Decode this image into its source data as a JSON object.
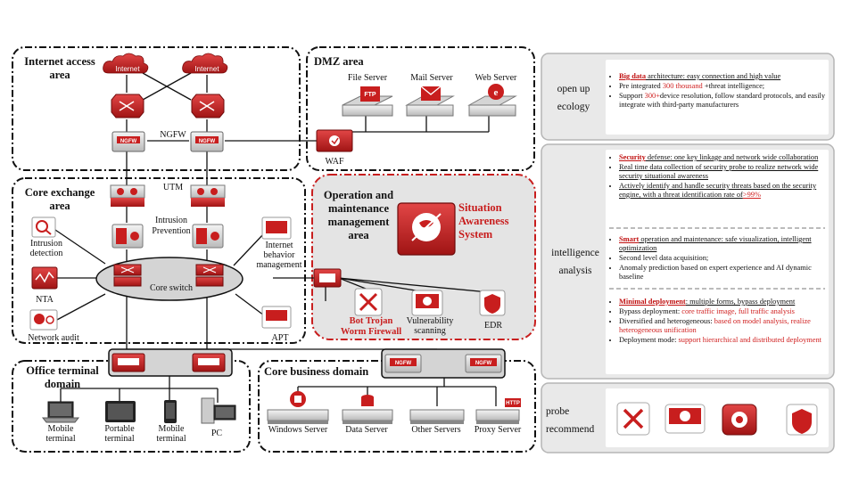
{
  "zones": {
    "internet_access": "Internet access area",
    "dmz": "DMZ area",
    "core_exchange": "Core exchange area",
    "ops": "Operation and maintenance management area",
    "office": "Office terminal domain",
    "core_business": "Core business domain"
  },
  "nodes": {
    "internet_1": "Internet",
    "internet_2": "Internet",
    "ngfw": "NGFW",
    "file_server": "File Server",
    "mail_server": "Mail Server",
    "web_server": "Web Server",
    "waf": "WAF",
    "utm": "UTM",
    "intrusion_prevention": "Intrusion Prevention",
    "intrusion_detection": "Intrusion detection",
    "nta": "NTA",
    "network_audit": "Network audit",
    "core_switch": "Core switch",
    "internet_behavior": "Internet behavior management",
    "apt": "APT",
    "situation_awareness": "Situation Awareness System",
    "bot_trojan": "Bot Trojan Worm Firewall",
    "vuln_scan": "Vulnerability scanning",
    "edr": "EDR",
    "mobile_terminal_1": "Mobile terminal",
    "portable_terminal": "Portable terminal",
    "mobile_terminal_2": "Mobile terminal",
    "pc": "PC",
    "windows_server": "Windows Server",
    "data_server": "Data Server",
    "other_servers": "Other Servers",
    "proxy_server": "Proxy Server"
  },
  "icon_text": {
    "ngfw_badge": "NGFW",
    "ftp": "FTP",
    "http": "HTTP"
  },
  "panel": {
    "open_up": {
      "title": "open up ecology",
      "b1_hl": "Big data",
      "b1_rest": " architecture: easy connection and high value",
      "b2_a": "Pre integrated ",
      "b2_hl": "300 thousand",
      "b2_b": " +threat intelligence;",
      "b3_a": "Support ",
      "b3_hl": "300+",
      "b3_b": "device resolution, follow standard protocols, and easily integrate with third-party manufacturers"
    },
    "intelligence": {
      "title": "intelligence analysis",
      "s1_hl": "Security",
      "s1_rest": " defense: one key linkage and network wide collaboration",
      "s2": "Real time data collection of security probe to realize network wide security situational awareness",
      "s3_a": "Actively identify and handle security threats based on the security engine, with a threat identification rate of",
      "s3_hl": ">99%",
      "m1_hl": "Smart",
      "m1_rest": " operation and maintenance: safe visualization, intelligent optimization",
      "m2": "Second level data acquisition;",
      "m3": "Anomaly prediction based on expert experience and AI dynamic baseline",
      "d1_hl": "Minimal deployment",
      "d1_rest": ": multiple forms, bypass deployment",
      "d2_a": "Bypass deployment: ",
      "d2_hl": "core traffic image, full traffic analysis",
      "d3_a": "Diversified and heterogeneous: ",
      "d3_hl": "based on model analysis, realize heterogeneous unification",
      "d4_a": "Deployment mode: ",
      "d4_hl": "support hierarchical and distributed deployment"
    },
    "probe": {
      "title": "probe recommend"
    }
  },
  "colors": {
    "brand_red": "#c81e1e",
    "dark_red": "#8e1010",
    "zone_gray": "#e4e4e4",
    "panel_gray": "#e9e9e9"
  }
}
